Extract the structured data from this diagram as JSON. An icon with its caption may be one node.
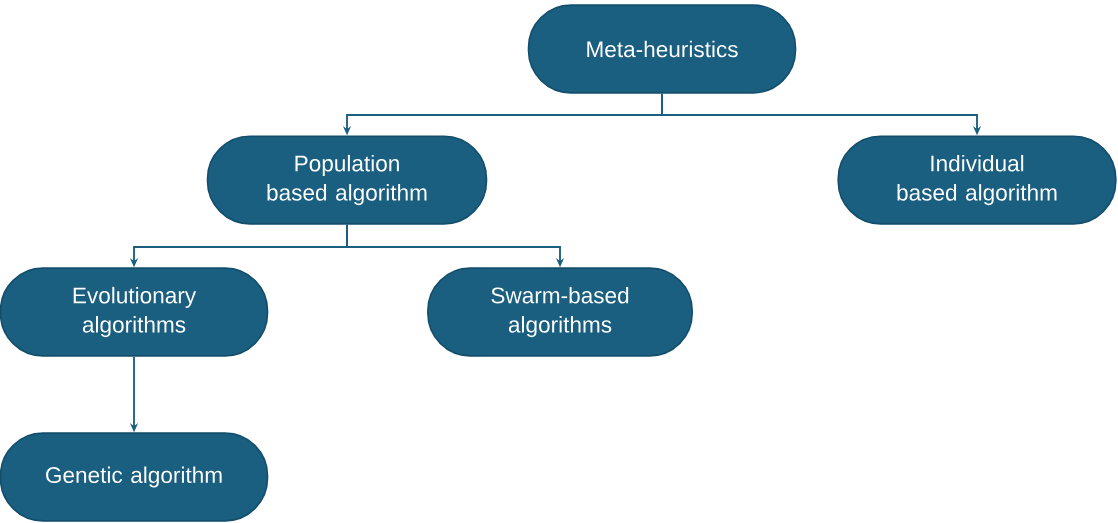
{
  "diagram": {
    "nodes": [
      {
        "text": [
          "Meta-heuristics"
        ]
      },
      {
        "text": [
          "Population based algorithm"
        ]
      },
      {
        "text": [
          "Individual based algorithm"
        ]
      },
      {
        "text": [
          "Evolutionary algorithms"
        ]
      },
      {
        "text": [
          "Swarm-based algorithms"
        ]
      },
      {
        "text": [
          "Genetic algorithm"
        ]
      }
    ],
    "edges": [
      {
        "from": 0,
        "to": 1,
        "arrow": "to"
      },
      {
        "from": 0,
        "to": 2,
        "arrow": "to"
      },
      {
        "from": 1,
        "to": 3,
        "arrow": "to"
      },
      {
        "from": 1,
        "to": 4,
        "arrow": "to"
      },
      {
        "from": 3,
        "to": 5,
        "arrow": "to"
      }
    ]
  }
}
